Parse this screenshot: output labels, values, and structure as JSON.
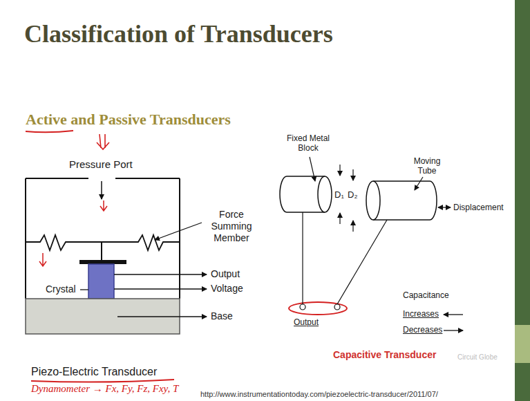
{
  "diagram": {
    "title": "Classification of Transducers",
    "labels": [
      "Active and Passive Transducers",
      "Pressure Port",
      "Force Summing Member",
      "Output",
      "Voltage",
      "Crystal",
      "Base",
      "Piezo-Electric Transducer",
      "Dynamometer → Fx, Fy, Fz, Fxy, T",
      "Fixed Metal Block",
      "Moving Tube",
      "D₁",
      "D₂",
      "Displacement",
      "Output",
      "Capacitance",
      "Increases",
      "Decreases",
      "Capacitive Transducer",
      "Circuit Globe",
      "http://www.instrumentationtoday.com/piezoelectric-transducer/2011/07/"
    ]
  }
}
